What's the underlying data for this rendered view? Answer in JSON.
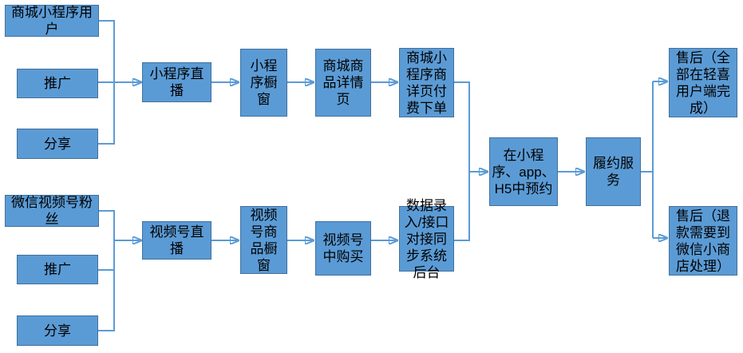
{
  "diagram": {
    "colors": {
      "node_fill": "#5B9BD5",
      "node_border": "#41719C",
      "connector": "#5B9BD5",
      "text": "#000000",
      "background": "#FFFFFF"
    },
    "nodes": [
      {
        "id": "mall_user",
        "label": "商城小程序用户"
      },
      {
        "id": "promo_top",
        "label": "推广"
      },
      {
        "id": "share_top",
        "label": "分享"
      },
      {
        "id": "mini_live",
        "label": "小程序直播"
      },
      {
        "id": "mini_showcase",
        "label": "小程序橱窗"
      },
      {
        "id": "mall_detail",
        "label": "商城商品详情页"
      },
      {
        "id": "mall_order",
        "label": "商城小程序商详页付费下单"
      },
      {
        "id": "wechat_fans",
        "label": "微信视频号粉丝"
      },
      {
        "id": "promo_bottom",
        "label": "推广"
      },
      {
        "id": "share_bottom",
        "label": "分享"
      },
      {
        "id": "channel_live",
        "label": "视频号直播"
      },
      {
        "id": "channel_showcase",
        "label": "视频号商品橱窗"
      },
      {
        "id": "channel_buy",
        "label": "视频号中购买"
      },
      {
        "id": "data_sync",
        "label": "数据录入/接口对接同步系统后台"
      },
      {
        "id": "booking",
        "label": "在小程序、app、H5中预约"
      },
      {
        "id": "fulfillment",
        "label": "履约服务"
      },
      {
        "id": "aftersale_full",
        "label": "售后（全部在轻喜用户端完成）"
      },
      {
        "id": "aftersale_refund",
        "label": "售后（退款需要到微信小商店处理）"
      }
    ],
    "edges": [
      {
        "from": "mall_user",
        "to": "mini_live"
      },
      {
        "from": "promo_top",
        "to": "mini_live"
      },
      {
        "from": "share_top",
        "to": "mini_live"
      },
      {
        "from": "mini_live",
        "to": "mini_showcase"
      },
      {
        "from": "mini_showcase",
        "to": "mall_detail"
      },
      {
        "from": "mall_detail",
        "to": "mall_order"
      },
      {
        "from": "wechat_fans",
        "to": "channel_live"
      },
      {
        "from": "promo_bottom",
        "to": "channel_live"
      },
      {
        "from": "share_bottom",
        "to": "channel_live"
      },
      {
        "from": "channel_live",
        "to": "channel_showcase"
      },
      {
        "from": "channel_showcase",
        "to": "channel_buy"
      },
      {
        "from": "channel_buy",
        "to": "data_sync"
      },
      {
        "from": "mall_order",
        "to": "booking"
      },
      {
        "from": "data_sync",
        "to": "booking"
      },
      {
        "from": "booking",
        "to": "fulfillment"
      },
      {
        "from": "fulfillment",
        "to": "aftersale_full"
      },
      {
        "from": "fulfillment",
        "to": "aftersale_refund"
      }
    ]
  }
}
